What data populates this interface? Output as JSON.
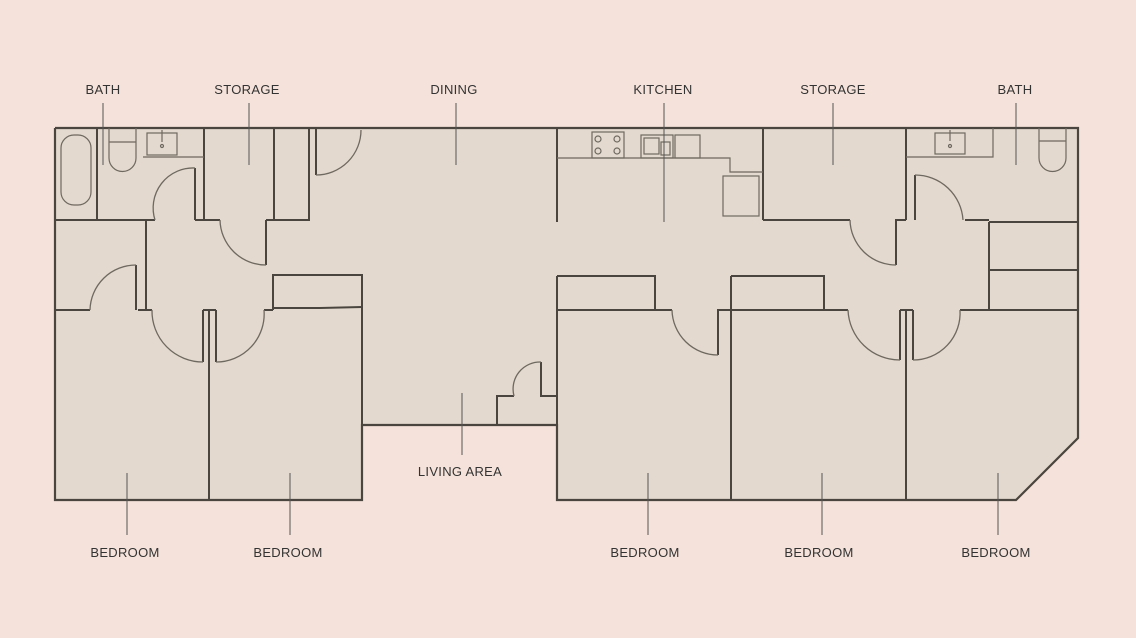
{
  "title": "Floor Plan",
  "colors": {
    "background": "#f5e2da",
    "floor": "#e4d9ce",
    "wall": "#4a463f",
    "fixture": "#6e6960",
    "leader": "#555"
  },
  "labels": {
    "bath_left": "BATH",
    "storage_left": "STORAGE",
    "dining": "DINING",
    "kitchen": "KITCHEN",
    "storage_right": "STORAGE",
    "bath_right": "BATH",
    "living_area": "LIVING AREA",
    "bedroom_1": "BEDROOM",
    "bedroom_2": "BEDROOM",
    "bedroom_3": "BEDROOM",
    "bedroom_4": "BEDROOM",
    "bedroom_5": "BEDROOM"
  },
  "rooms": [
    {
      "name": "Bath",
      "position": "top-left"
    },
    {
      "name": "Storage",
      "position": "top-left"
    },
    {
      "name": "Dining",
      "position": "top-center"
    },
    {
      "name": "Kitchen",
      "position": "top-center-right"
    },
    {
      "name": "Storage",
      "position": "top-right"
    },
    {
      "name": "Bath",
      "position": "top-right"
    },
    {
      "name": "Living Area",
      "position": "center"
    },
    {
      "name": "Bedroom",
      "position": "bottom-left-1"
    },
    {
      "name": "Bedroom",
      "position": "bottom-left-2"
    },
    {
      "name": "Bedroom",
      "position": "bottom-right-1"
    },
    {
      "name": "Bedroom",
      "position": "bottom-right-2"
    },
    {
      "name": "Bedroom",
      "position": "bottom-right-3"
    }
  ]
}
